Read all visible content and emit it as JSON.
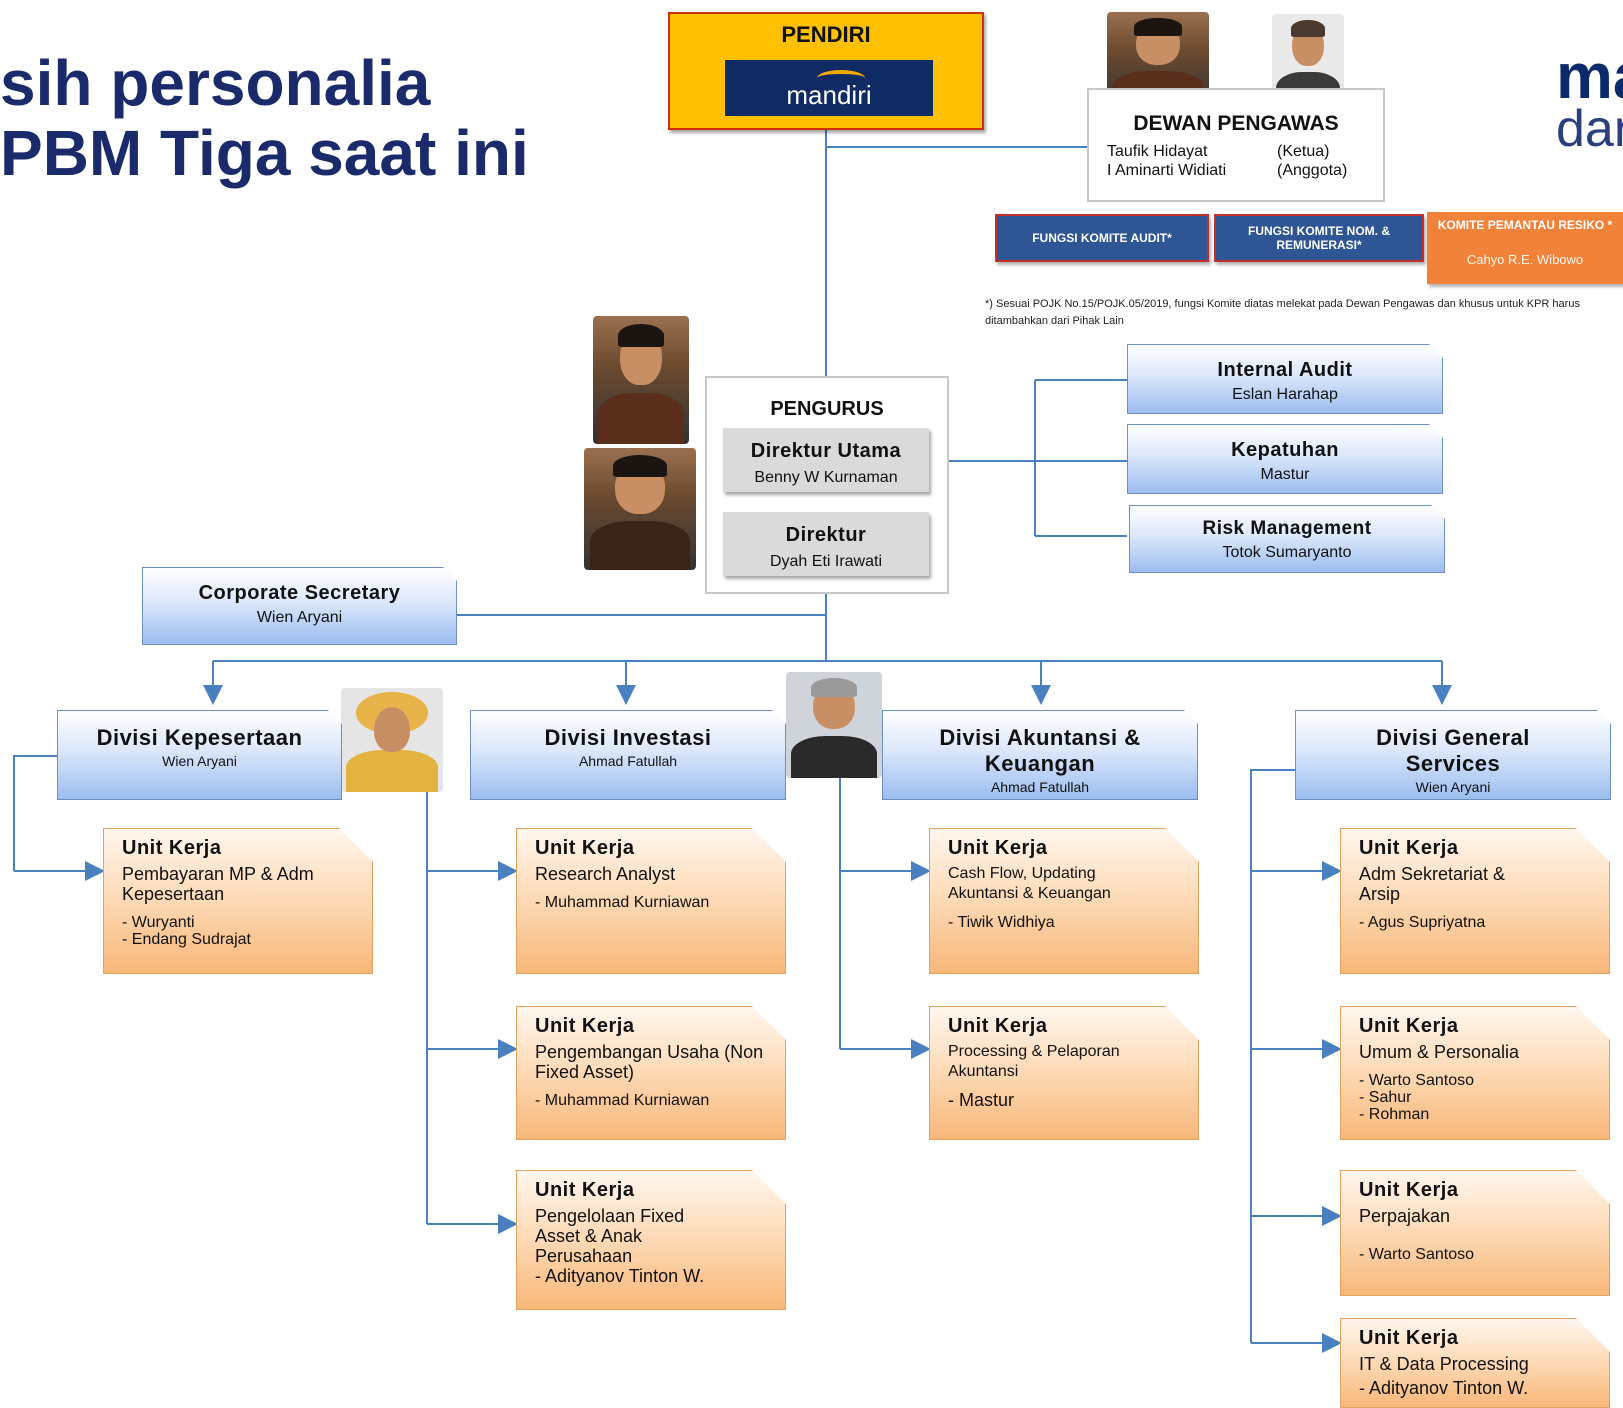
{
  "title": {
    "line1": "sih personalia",
    "line2": "PBM Tiga saat ini"
  },
  "corner_logo": {
    "line1": "ma",
    "line2": "dar"
  },
  "founder": {
    "label": "PENDIRI",
    "logo_text": "mandiri"
  },
  "dewan_pengawas": {
    "title": "DEWAN PENGAWAS",
    "members": [
      {
        "name": "Taufik Hidayat",
        "role": "(Ketua)"
      },
      {
        "name": "I Aminarti Widiati",
        "role": "(Anggota)"
      }
    ]
  },
  "komite": [
    {
      "label": "FUNGSI KOMITE AUDIT*"
    },
    {
      "label": "FUNGSI KOMITE NOM. & REMUNERASI*"
    },
    {
      "label": "KOMITE PEMANTAU RESIKO *",
      "person": "Cahyo R.E. Wibowo"
    }
  ],
  "footnote": "*) Sesuai POJK No.15/POJK.05/2019, fungsi Komite diatas melekat pada Dewan Pengawas dan khusus untuk KPR harus ditambahkan dari Pihak Lain",
  "pengurus": {
    "title": "PENGURUS",
    "directors": [
      {
        "role": "Direktur Utama",
        "name": "Benny W Kurnaman"
      },
      {
        "role": "Direktur",
        "name": "Dyah Eti Irawati"
      }
    ]
  },
  "staff_units": [
    {
      "title": "Internal Audit",
      "name": "Eslan Harahap"
    },
    {
      "title": "Kepatuhan",
      "name": "Mastur"
    },
    {
      "title": "Risk Management",
      "name": "Totok Sumaryanto"
    }
  ],
  "corporate_secretary": {
    "title": "Corporate Secretary",
    "name": "Wien Aryani"
  },
  "divisions": [
    {
      "title": "Divisi Kepesertaan",
      "head": "Wien Aryani",
      "units": [
        {
          "label": "Unit Kerja",
          "desc": "Pembayaran MP & Adm Kepesertaan",
          "people": [
            "- Wuryanti",
            "- Endang Sudrajat"
          ]
        }
      ]
    },
    {
      "title": "Divisi Investasi",
      "head": "Ahmad Fatullah",
      "units": [
        {
          "label": "Unit Kerja",
          "desc": "Research Analyst",
          "people": [
            "- Muhammad Kurniawan"
          ]
        },
        {
          "label": "Unit Kerja",
          "desc": "Pengembangan Usaha (Non Fixed Asset)",
          "people": [
            "- Muhammad Kurniawan"
          ]
        },
        {
          "label": "Unit Kerja",
          "desc": "Pengelolaan Fixed Asset & Anak Perusahaan",
          "people": [
            "- Adityanov Tinton W."
          ]
        }
      ]
    },
    {
      "title": "Divisi Akuntansi & Keuangan",
      "head": "Ahmad Fatullah",
      "units": [
        {
          "label": "Unit Kerja",
          "desc": "Cash Flow, Updating Akuntansi & Keuangan",
          "people": [
            "- Tiwik Widhiya"
          ]
        },
        {
          "label": "Unit Kerja",
          "desc": "Processing & Pelaporan Akuntansi",
          "people": [
            "- Mastur"
          ]
        }
      ]
    },
    {
      "title": "Divisi General Services",
      "head": "Wien Aryani",
      "units": [
        {
          "label": "Unit Kerja",
          "desc": "Adm Sekretariat & Arsip",
          "people": [
            "- Agus Supriyatna"
          ]
        },
        {
          "label": "Unit Kerja",
          "desc": "Umum & Personalia",
          "people": [
            "- Warto Santoso",
            "- Sahur",
            "- Rohman"
          ]
        },
        {
          "label": "Unit Kerja",
          "desc": "Perpajakan",
          "people": [
            "- Warto Santoso"
          ]
        },
        {
          "label": "Unit Kerja",
          "desc": "IT & Data Processing",
          "people": [
            "- Adityanov Tinton W."
          ]
        }
      ]
    }
  ],
  "colors": {
    "title": "#1b2a6b",
    "founder_bg": "#fec000",
    "komite_blue": "#2e5594",
    "komite_orange": "#f0823a",
    "connector": "#4a7fc0"
  }
}
